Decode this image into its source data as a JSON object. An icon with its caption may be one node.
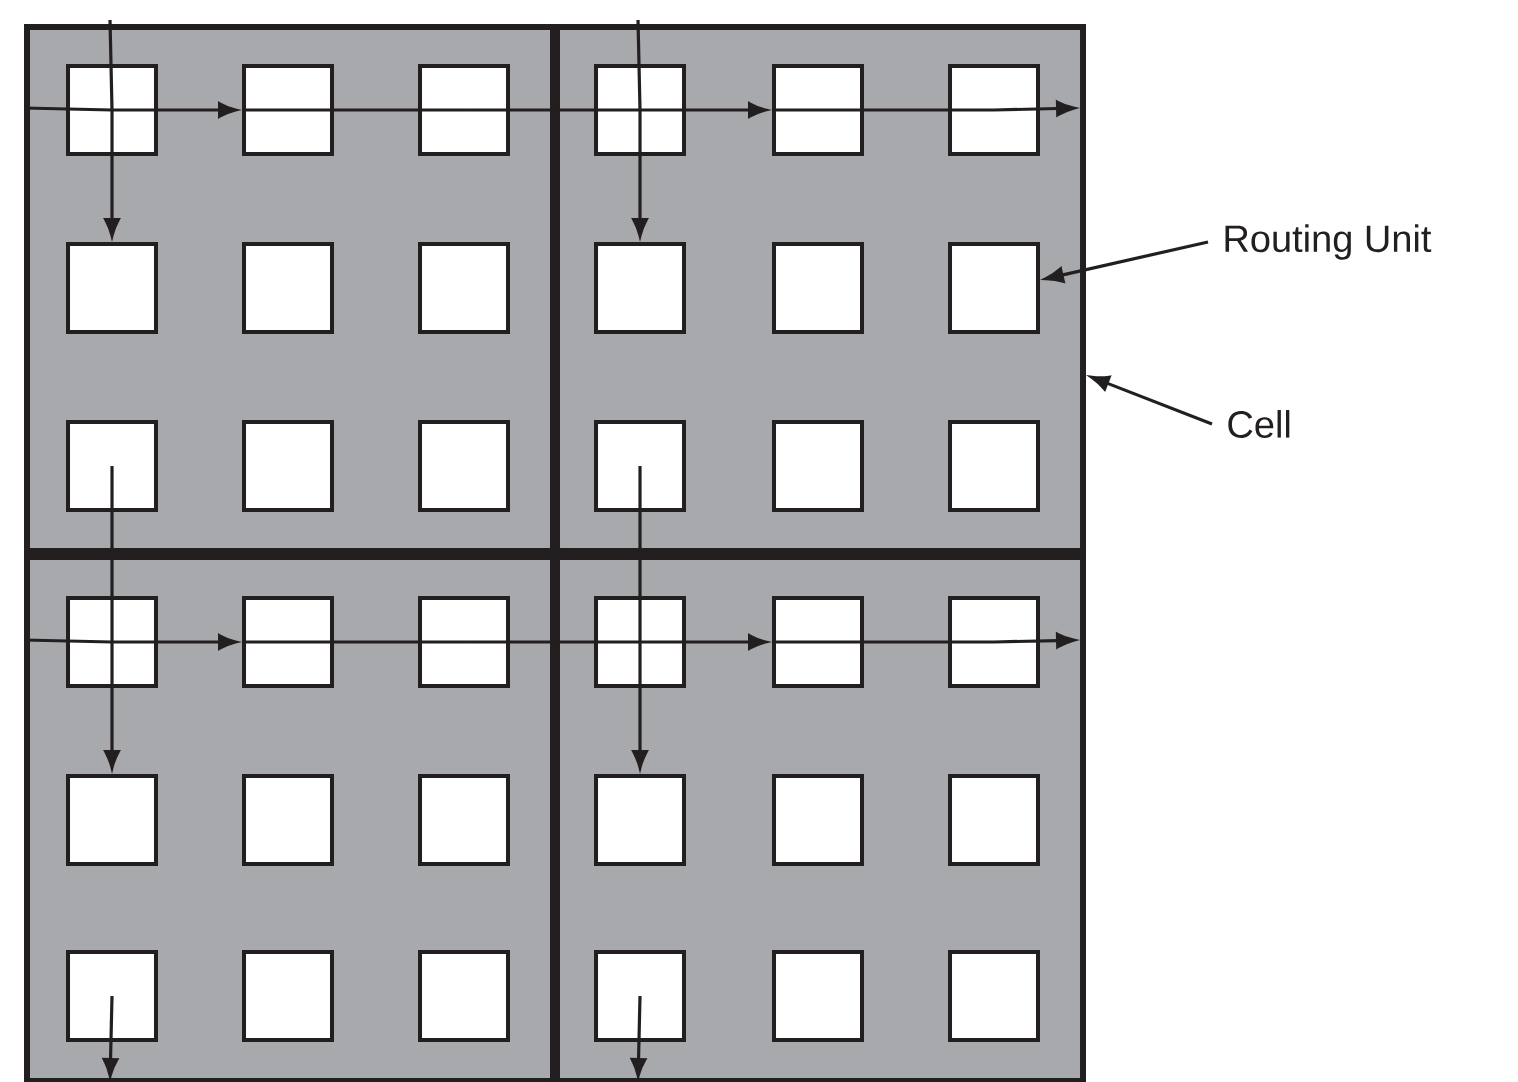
{
  "diagram": {
    "nodes": [
      {
        "text": [],
        "shape": "box"
      },
      {
        "text": [],
        "shape": "box",
        "in": 0
      },
      {
        "text": [],
        "shape": "box",
        "in": 0
      },
      {
        "text": [],
        "shape": "box",
        "in": 0
      },
      {
        "text": [],
        "shape": "box",
        "in": 0
      },
      {
        "text": [],
        "shape": "box",
        "in": 0
      },
      {
        "text": [],
        "shape": "box",
        "in": 0
      },
      {
        "text": [],
        "shape": "box",
        "in": 0
      },
      {
        "text": [],
        "shape": "box",
        "in": 0
      },
      {
        "text": [],
        "shape": "box",
        "in": 0
      },
      {
        "text": [],
        "shape": "box"
      },
      {
        "text": [],
        "shape": "box",
        "in": 10
      },
      {
        "text": [],
        "shape": "box",
        "in": 10
      },
      {
        "text": [],
        "shape": "box",
        "in": 10
      },
      {
        "text": [],
        "shape": "box",
        "in": 10
      },
      {
        "text": [],
        "shape": "box",
        "in": 10
      },
      {
        "text": [],
        "shape": "box",
        "in": 10
      },
      {
        "text": [],
        "shape": "box",
        "in": 10
      },
      {
        "text": [],
        "shape": "box",
        "in": 10
      },
      {
        "text": [],
        "shape": "box",
        "in": 10
      },
      {
        "text": [],
        "shape": "box"
      },
      {
        "text": [],
        "shape": "box",
        "in": 20
      },
      {
        "text": [],
        "shape": "box",
        "in": 20
      },
      {
        "text": [],
        "shape": "box",
        "in": 20
      },
      {
        "text": [],
        "shape": "box",
        "in": 20
      },
      {
        "text": [],
        "shape": "box",
        "in": 20
      },
      {
        "text": [],
        "shape": "box",
        "in": 20
      },
      {
        "text": [],
        "shape": "box",
        "in": 20
      },
      {
        "text": [],
        "shape": "box",
        "in": 20
      },
      {
        "text": [],
        "shape": "box",
        "in": 20
      },
      {
        "text": [],
        "shape": "box"
      },
      {
        "text": [],
        "shape": "box",
        "in": 30
      },
      {
        "text": [],
        "shape": "box",
        "in": 30
      },
      {
        "text": [],
        "shape": "box",
        "in": 30
      },
      {
        "text": [],
        "shape": "box",
        "in": 30
      },
      {
        "text": [],
        "shape": "box",
        "in": 30
      },
      {
        "text": [],
        "shape": "box",
        "in": 30
      },
      {
        "text": [],
        "shape": "box",
        "in": 30
      },
      {
        "text": [],
        "shape": "box",
        "in": 30
      },
      {
        "text": [],
        "shape": "box",
        "in": 30
      },
      {
        "text": [
          "Routing Unit"
        ]
      },
      {
        "text": [
          "Cell"
        ]
      }
    ],
    "edges": [
      {
        "from": null,
        "to": 1,
        "arrow": "none"
      },
      {
        "from": 1,
        "to": 2,
        "arrow": "to"
      },
      {
        "from": 2,
        "to": 3,
        "arrow": "none"
      },
      {
        "from": 3,
        "to": 11,
        "arrow": "none"
      },
      {
        "from": 11,
        "to": 12,
        "arrow": "to"
      },
      {
        "from": 12,
        "to": 13,
        "arrow": "none"
      },
      {
        "from": 13,
        "to": null,
        "arrow": "to"
      },
      {
        "from": null,
        "to": 21,
        "arrow": "none"
      },
      {
        "from": 21,
        "to": 22,
        "arrow": "to"
      },
      {
        "from": 22,
        "to": 23,
        "arrow": "none"
      },
      {
        "from": 23,
        "to": 31,
        "arrow": "none"
      },
      {
        "from": 31,
        "to": 32,
        "arrow": "to"
      },
      {
        "from": 32,
        "to": 33,
        "arrow": "none"
      },
      {
        "from": 33,
        "to": null,
        "arrow": "to"
      },
      {
        "from": null,
        "to": 1,
        "arrow": "none"
      },
      {
        "from": 1,
        "to": 4,
        "arrow": "to"
      },
      {
        "from": 7,
        "to": 21,
        "arrow": "none"
      },
      {
        "from": 21,
        "to": 24,
        "arrow": "to"
      },
      {
        "from": 27,
        "to": null,
        "arrow": "to"
      },
      {
        "from": null,
        "to": 11,
        "arrow": "none"
      },
      {
        "from": 11,
        "to": 14,
        "arrow": "to"
      },
      {
        "from": 17,
        "to": 31,
        "arrow": "none"
      },
      {
        "from": 31,
        "to": 34,
        "arrow": "to"
      },
      {
        "from": 37,
        "to": null,
        "arrow": "to"
      },
      {
        "from": 40,
        "to": 16,
        "arrow": "to"
      },
      {
        "from": 41,
        "to": 10,
        "arrow": "to"
      }
    ]
  }
}
